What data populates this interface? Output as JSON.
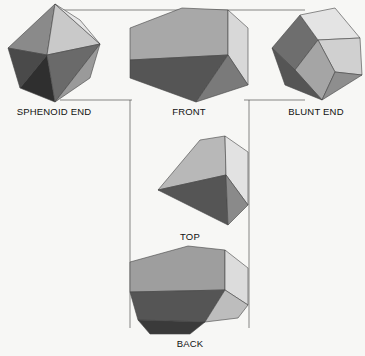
{
  "diagram": {
    "labels": [
      "SPHENOID END",
      "FRONT",
      "BLUNT END",
      "TOP",
      "BACK"
    ]
  }
}
